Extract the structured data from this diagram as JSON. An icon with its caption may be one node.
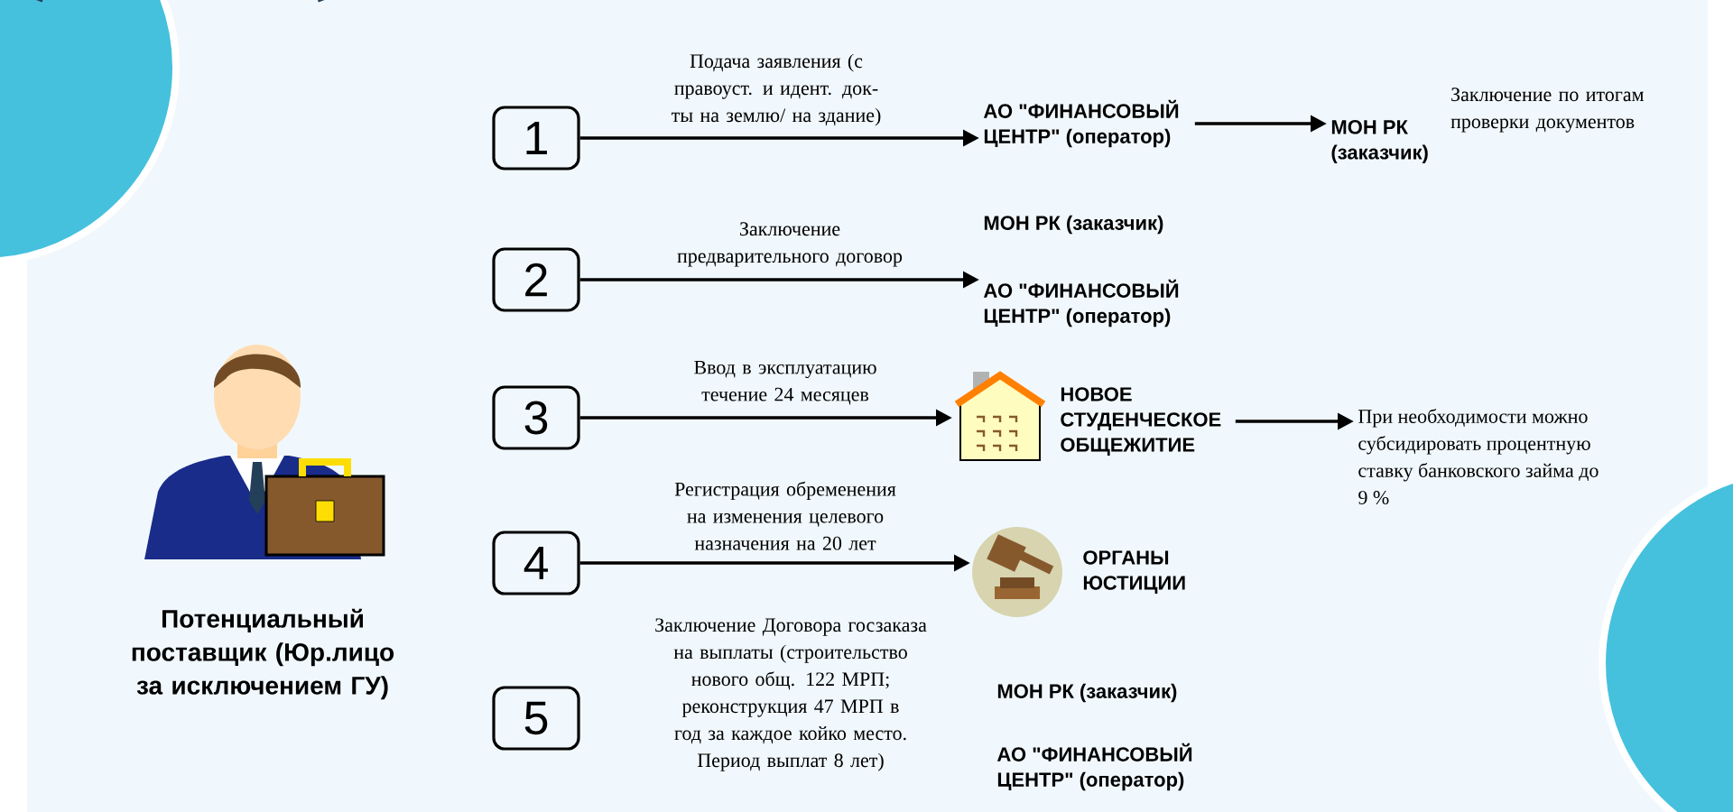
{
  "diagram": {
    "nodes": [
      {
        "text": [
          "1"
        ]
      },
      {
        "text": [
          "2"
        ]
      },
      {
        "text": [
          "3"
        ]
      },
      {
        "text": [
          "4"
        ]
      },
      {
        "text": [
          "5"
        ]
      },
      {
        "text": [
          "АО \"ФИНАНСОВЫЙ ЦЕНТР\" (оператор)"
        ]
      },
      {
        "text": [
          "МОН РК (заказчик)"
        ],
        "beside": [
          "Заключение по итогам проверки документов"
        ]
      },
      {
        "text": [
          "МОН РК (заказчик)"
        ]
      },
      {
        "text": [
          "АО \"ФИНАНСОВЫЙ ЦЕНТР\" (оператор)"
        ]
      },
      {
        "text": [
          "НОВОЕ СТУДЕНЧЕСКОЕ ОБЩЕЖИТИЕ"
        ]
      },
      {
        "text": [
          "При необходимости можно субсидировать процентную ставку банковского займа до 9 %"
        ]
      },
      {
        "text": [
          "ОРГАНЫ ЮСТИЦИИ"
        ]
      },
      {
        "text": [
          "МОН РК (заказчик)"
        ]
      },
      {
        "text": [
          "АО \"ФИНАНСОВЫЙ ЦЕНТР\" (оператор)"
        ]
      }
    ],
    "edges": [
      {
        "from": 0,
        "to": 5,
        "arrow": "to",
        "label": "Подача заявления (с правоуст. и идент. док-ты на землю/ на здание)"
      },
      {
        "from": 5,
        "to": 6,
        "arrow": "to"
      },
      {
        "from": 1,
        "to": 8,
        "arrow": "to",
        "label": "Заключение предварительного договор"
      },
      {
        "from": 2,
        "to": 9,
        "arrow": "to",
        "label": "Ввод в эксплуатацию течение 24 месяцев"
      },
      {
        "from": 9,
        "to": 10,
        "arrow": "to"
      },
      {
        "from": 3,
        "to": 11,
        "arrow": "to",
        "label": "Регистрация обременения на изменения целевого назначения на 20 лет"
      }
    ],
    "labels": [
      "Потенциальный поставщик (Юр.лицо за исключением ГУ)",
      "Заключение Договора госзаказа на выплаты (строительство нового общ. 122 МРП; реконструкция 47 МРП в  год за каждое койко место. Период выплат 8 лет)"
    ]
  }
}
